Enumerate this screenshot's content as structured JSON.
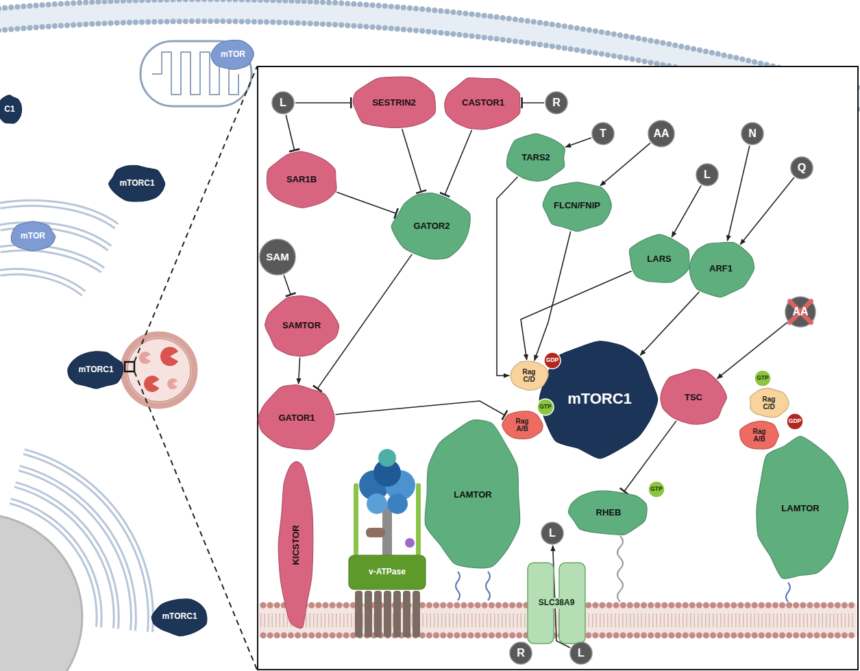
{
  "diagram": {
    "nodes": [
      {
        "text": [
          "mTOR"
        ]
      },
      {
        "text": [
          "C1"
        ]
      },
      {
        "text": [
          "mTORC1"
        ]
      },
      {
        "text": [
          "mTOR"
        ]
      },
      {
        "text": [
          "mTORC1"
        ]
      },
      {
        "text": [
          "mTORC1"
        ]
      },
      {
        "text": [
          "L"
        ]
      },
      {
        "text": [
          "SESTRIN2"
        ]
      },
      {
        "text": [
          "CASTOR1"
        ]
      },
      {
        "text": [
          "R"
        ]
      },
      {
        "text": [
          "T"
        ]
      },
      {
        "text": [
          "AA"
        ]
      },
      {
        "text": [
          "N"
        ]
      },
      {
        "text": [
          "Q"
        ]
      },
      {
        "text": [
          "L"
        ]
      },
      {
        "text": [
          "SAR1B"
        ]
      },
      {
        "text": [
          "TARS2"
        ]
      },
      {
        "text": [
          "FLCN/FNIP"
        ]
      },
      {
        "text": [
          "GATOR2"
        ]
      },
      {
        "text": [
          "SAM"
        ]
      },
      {
        "text": [
          "LARS"
        ]
      },
      {
        "text": [
          "ARF1"
        ]
      },
      {
        "text": [
          "AA"
        ]
      },
      {
        "text": [
          "SAMTOR"
        ]
      },
      {
        "text": [
          "GDP"
        ]
      },
      {
        "text": [
          "Rag C/D"
        ]
      },
      {
        "text": [
          "mTORC1"
        ]
      },
      {
        "text": [
          "GTP"
        ]
      },
      {
        "text": [
          "Rag A/B"
        ]
      },
      {
        "text": [
          "TSC"
        ]
      },
      {
        "text": [
          "GTP"
        ]
      },
      {
        "text": [
          "Rag C/D"
        ]
      },
      {
        "text": [
          "GDP"
        ]
      },
      {
        "text": [
          "Rag A/B"
        ]
      },
      {
        "text": [
          "GATOR1"
        ]
      },
      {
        "text": [
          "LAMTOR"
        ]
      },
      {
        "text": [
          "LAMTOR"
        ]
      },
      {
        "text": [
          "GTP"
        ]
      },
      {
        "text": [
          "RHEB"
        ]
      },
      {
        "text": [
          "L"
        ]
      },
      {
        "text": [
          "KICSTOR"
        ]
      },
      {
        "text": [
          "v-ATPase"
        ]
      },
      {
        "text": [
          "SLC38A9"
        ]
      },
      {
        "text": [
          "R"
        ]
      },
      {
        "text": [
          "L"
        ]
      }
    ],
    "edges": [
      {
        "from": 6,
        "to": 7,
        "arrow": "to"
      },
      {
        "from": 6,
        "to": 15,
        "arrow": "to"
      },
      {
        "from": 9,
        "to": 8,
        "arrow": "to"
      },
      {
        "from": 7,
        "to": 18,
        "arrow": "to"
      },
      {
        "from": 8,
        "to": 18,
        "arrow": "to"
      },
      {
        "from": 15,
        "to": 18,
        "arrow": "to"
      },
      {
        "from": 10,
        "to": 16,
        "arrow": "to"
      },
      {
        "from": 11,
        "to": 17,
        "arrow": "to"
      },
      {
        "from": 14,
        "to": 20,
        "arrow": "to"
      },
      {
        "from": 12,
        "to": 21,
        "arrow": "to"
      },
      {
        "from": 13,
        "to": 21,
        "arrow": "to"
      },
      {
        "from": 19,
        "to": 23,
        "arrow": "to"
      },
      {
        "from": 23,
        "to": 34,
        "arrow": "to"
      },
      {
        "from": 18,
        "to": 34,
        "arrow": "to"
      },
      {
        "from": 34,
        "to": 28,
        "arrow": "to"
      },
      {
        "from": 16,
        "to": 25,
        "arrow": "to"
      },
      {
        "from": 17,
        "to": 25,
        "arrow": "to"
      },
      {
        "from": 20,
        "to": 25,
        "arrow": "to"
      },
      {
        "from": 21,
        "to": 26,
        "arrow": "to"
      },
      {
        "from": 22,
        "to": 29,
        "arrow": "to"
      },
      {
        "from": 29,
        "to": 38,
        "arrow": "to"
      },
      {
        "from": 44,
        "to": 39,
        "arrow": "to"
      }
    ]
  }
}
